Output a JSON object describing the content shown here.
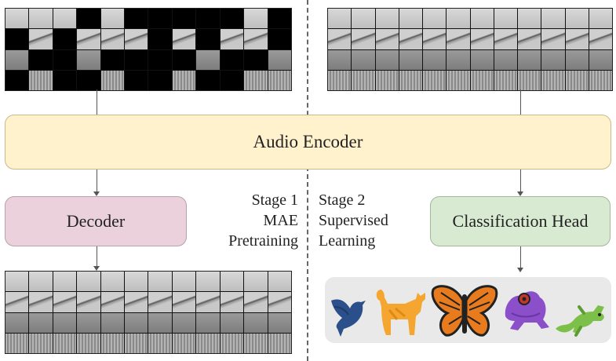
{
  "encoder": {
    "label": "Audio Encoder"
  },
  "decoder": {
    "label": "Decoder"
  },
  "head": {
    "label": "Classification Head"
  },
  "stage1": {
    "line1": "Stage 1",
    "line2": "MAE",
    "line3": "Pretraining"
  },
  "stage2": {
    "line1": "Stage 2",
    "line2": "Supervised",
    "line3": "Learning"
  },
  "spectrogram": {
    "rows": 4,
    "cols": 12
  },
  "masked_pattern": [
    [
      1,
      1,
      1,
      0,
      1,
      0,
      0,
      0,
      0,
      0,
      1,
      0
    ],
    [
      0,
      1,
      0,
      1,
      1,
      1,
      0,
      1,
      0,
      1,
      1,
      0
    ],
    [
      1,
      0,
      0,
      1,
      0,
      0,
      0,
      0,
      1,
      0,
      0,
      1
    ],
    [
      0,
      1,
      0,
      0,
      1,
      0,
      0,
      1,
      0,
      0,
      1,
      1
    ]
  ],
  "animals": [
    "bird-icon",
    "cat-icon",
    "butterfly-icon",
    "frog-icon",
    "lizard-icon"
  ],
  "colors": {
    "encoder": "#fff2cc",
    "decoder": "#ead1dc",
    "head": "#d9ead3",
    "bird": "#2b4f8a",
    "cat": "#f4a630",
    "butterfly": "#e87b1e",
    "frog": "#8a4fc9",
    "lizard": "#7cc04a"
  }
}
